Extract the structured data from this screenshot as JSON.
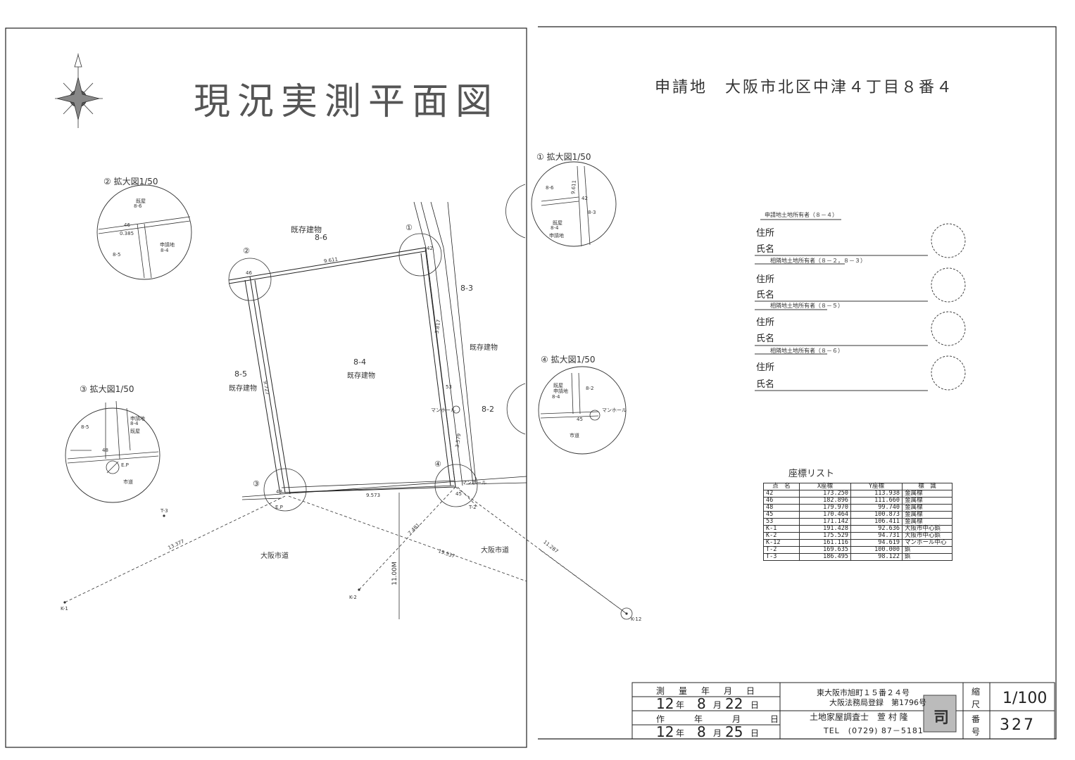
{
  "title": "現況実測平面図",
  "site_label": "申請地　大阪市北区中津４丁目８番４",
  "plan": {
    "parcels": {
      "p86": "8-6",
      "p84": "8-4",
      "p85": "8-5",
      "p83": "8-3",
      "p82": "8-2",
      "existing": "既存建物",
      "road_left": "大阪市道",
      "road_right": "大阪市道",
      "manhole": "マンホール"
    },
    "circle_numbers": [
      "①",
      "②",
      "③",
      "④"
    ],
    "points": {
      "p42": "42",
      "p46": "46",
      "p48": "48",
      "p45": "45",
      "p53": "53",
      "ep": "E.P",
      "k1": "K-1",
      "k2": "K-2",
      "k12": "K-12",
      "t2": "T-2",
      "t3": "T-3"
    },
    "distances": {
      "top": "9.611",
      "right_upper": "3.817",
      "right_lower": "3.579",
      "left": "9.727",
      "bottom": "9.573",
      "k1": "13.377",
      "k2": "7.481",
      "vertical": "11.00M",
      "k12_mid": "19.537",
      "k12_right": "11.287"
    }
  },
  "zooms": [
    {
      "label": "① 拡大図1/50",
      "texts": [
        "8-6",
        "8-4",
        "8-3",
        "42",
        "9.611",
        "既屋",
        "申請地"
      ]
    },
    {
      "label": "② 拡大図1/50",
      "texts": [
        "8-6",
        "8-5",
        "8-4",
        "46",
        "0.385",
        "既屋",
        "申請地"
      ]
    },
    {
      "label": "③ 拡大図1/50",
      "texts": [
        "8-5",
        "8-4",
        "48",
        "E.P",
        "市道",
        "申請地",
        "既屋"
      ]
    },
    {
      "label": "④ 拡大図1/50",
      "texts": [
        "8-4",
        "8-2",
        "45",
        "市道",
        "マンホール",
        "申請地",
        "既屋"
      ]
    }
  ],
  "owners": {
    "headers": [
      "申請地土地所有者（８－４）",
      "相隣地土地所有者（８－２，８－３）",
      "相隣地土地所有者（８－５）",
      "相隣地土地所有者（８－６）"
    ],
    "address_label": "住所",
    "name_label": "氏名"
  },
  "coords": {
    "title": "座標リスト",
    "headers": [
      "点　名",
      "X座標",
      "Y座標",
      "標　識"
    ],
    "rows": [
      [
        "42",
        "173.250",
        "113.938",
        "金属標"
      ],
      [
        "46",
        "182.896",
        "111.660",
        "金属標"
      ],
      [
        "48",
        "179.970",
        "99.740",
        "金属標"
      ],
      [
        "45",
        "170.464",
        "100.873",
        "金属標"
      ],
      [
        "53",
        "171.142",
        "106.411",
        "金属標"
      ],
      [
        "K-1",
        "191.428",
        "92.636",
        "大阪市中心鋲"
      ],
      [
        "K-2",
        "175.529",
        "94.731",
        "大阪市中心鋲"
      ],
      [
        "K-12",
        "161.116",
        "94.619",
        "マンホール中心"
      ],
      [
        "T-2",
        "169.635",
        "100.000",
        "鋲"
      ],
      [
        "T-3",
        "186.495",
        "98.122",
        "鋲"
      ]
    ]
  },
  "title_block": {
    "survey_date_label": "測　量　年　月　日",
    "survey_date": {
      "year": "12",
      "year_unit": "年",
      "month": "8",
      "month_unit": "月",
      "day": "22",
      "day_unit": "日"
    },
    "made_label": "作　　年　　月　　日",
    "made_date": {
      "year": "12",
      "year_unit": "年",
      "month": "8",
      "month_unit": "月",
      "day": "25",
      "day_unit": "日"
    },
    "address": "東大阪市旭町１５番２４号",
    "registry": "大阪法務局登録　第1796号",
    "surveyor": "土地家屋調査士　萱 村 隆",
    "tel": "TEL　(0729) 87－5181",
    "seal": "司",
    "scale_label_1": "縮",
    "scale_label_2": "尺",
    "scale": "1/100",
    "number_label_1": "番",
    "number_label_2": "号",
    "number": "327"
  }
}
